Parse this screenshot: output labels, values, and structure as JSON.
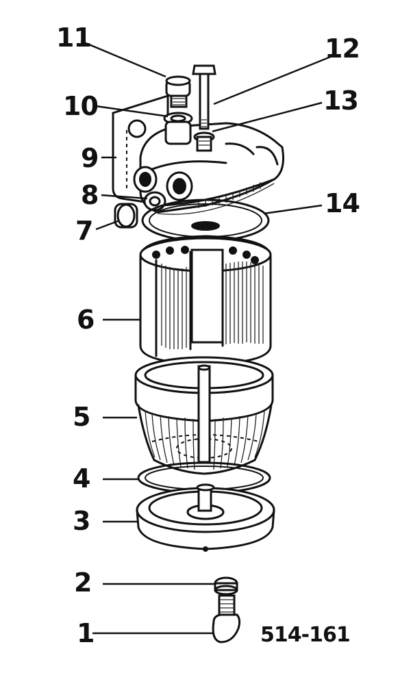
{
  "figure": {
    "reference": "514-161",
    "callouts": [
      "1",
      "2",
      "3",
      "4",
      "5",
      "6",
      "7",
      "8",
      "9",
      "10",
      "11",
      "12",
      "13",
      "14"
    ]
  }
}
